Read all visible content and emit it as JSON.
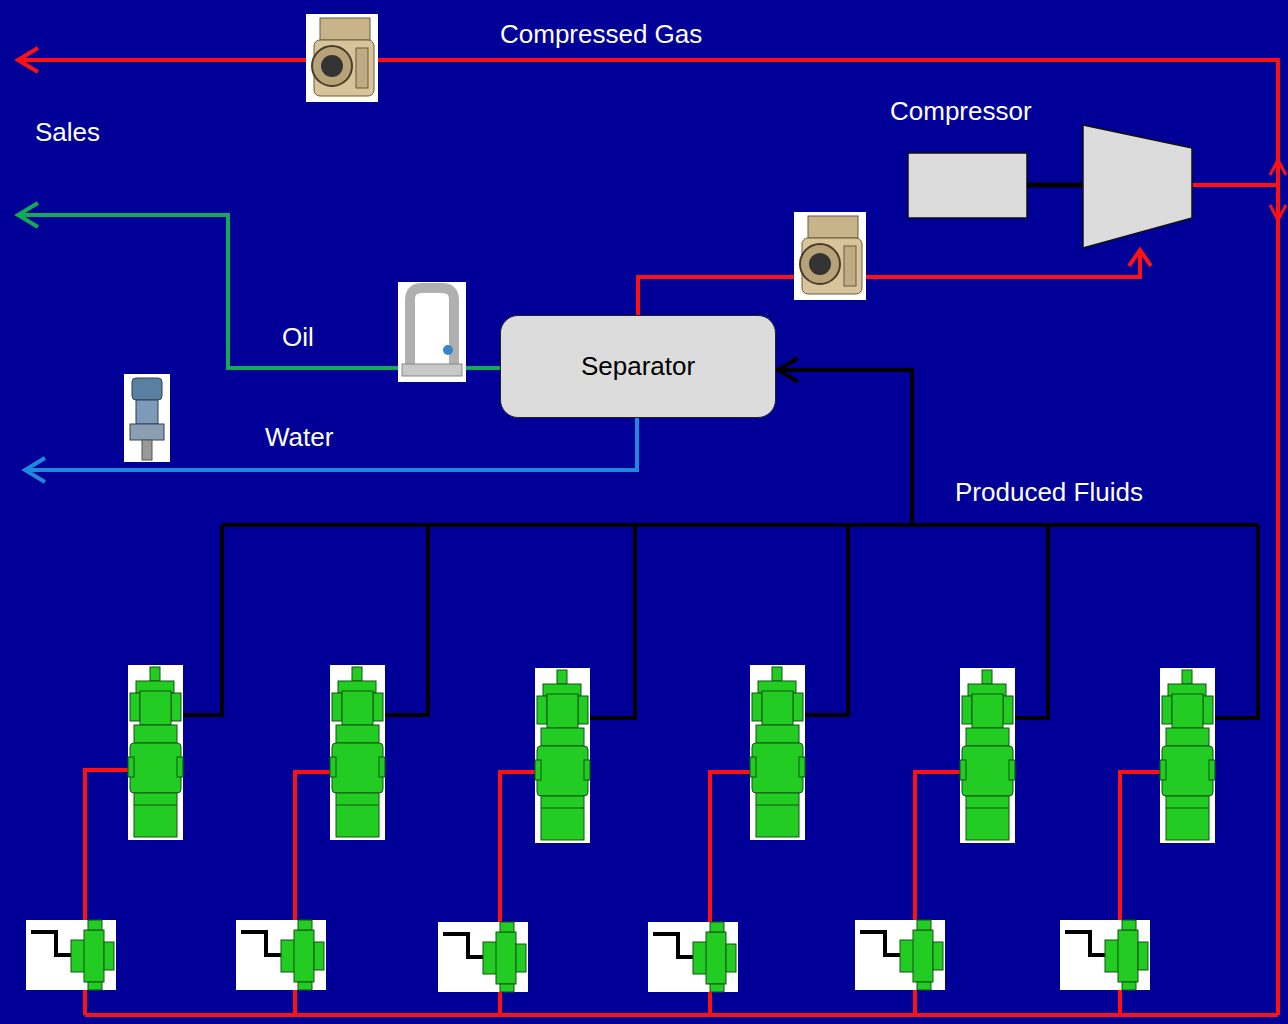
{
  "diagram": {
    "nodes": [
      {
        "text": [
          "Compressor"
        ]
      },
      {
        "text": [
          "Separator"
        ]
      }
    ],
    "edges": [
      {
        "from": 1,
        "to": 0,
        "arrow": "to"
      }
    ],
    "labels": [
      "Compressed Gas",
      "Sales",
      "Oil",
      "Water",
      "Produced Fluids"
    ]
  }
}
